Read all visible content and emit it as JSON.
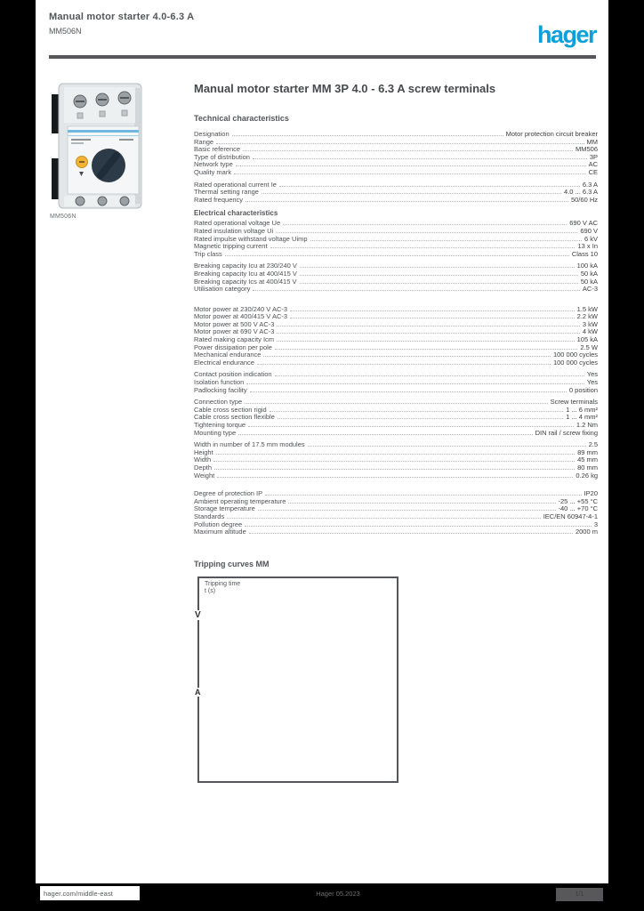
{
  "header": {
    "line1": "Manual motor starter 4.0-6.3 A",
    "line2": "MM506N",
    "logo_text": "hager"
  },
  "product": {
    "image_name": "motor-protection-circuit-breaker-photo",
    "caption": "MM506N"
  },
  "main": {
    "title": "Manual motor starter MM 3P 4.0 - 6.3 A screw terminals",
    "section_heading": "Technical characteristics"
  },
  "specs": {
    "groups": [
      {
        "rows": [
          {
            "label": "Designation",
            "value": "Motor protection circuit breaker"
          },
          {
            "label": "Range",
            "value": "MM"
          },
          {
            "label": "Basic reference",
            "value": "MM506"
          },
          {
            "label": "Type of distribution",
            "value": "3P"
          },
          {
            "label": "Network type",
            "value": "AC"
          },
          {
            "label": "Quality mark",
            "value": "CE"
          }
        ]
      },
      {
        "rows": [
          {
            "label": "Rated operational current Ie",
            "value": "6.3 A"
          },
          {
            "label": "Thermal setting range",
            "value": "4.0 ... 6.3 A"
          },
          {
            "label": "Rated frequency",
            "value": "50/60 Hz"
          }
        ]
      },
      {
        "subheading": "Electrical characteristics",
        "rows": [
          {
            "label": "Rated operational voltage Ue",
            "value": "690 V AC"
          },
          {
            "label": "Rated insulation voltage Ui",
            "value": "690 V"
          },
          {
            "label": "Rated impulse withstand voltage Uimp",
            "value": "6 kV"
          },
          {
            "label": "Magnetic tripping current",
            "value": "13 x In"
          },
          {
            "label": "Trip class",
            "value": "Class 10"
          }
        ]
      },
      {
        "rows": [
          {
            "label": "Breaking capacity Icu at 230/240 V",
            "value": "100 kA"
          },
          {
            "label": "Breaking capacity Icu at 400/415 V",
            "value": "50 kA"
          },
          {
            "label": "Breaking capacity Ics at 400/415 V",
            "value": "50 kA"
          },
          {
            "label": "Utilisation category",
            "value": "AC-3"
          }
        ]
      },
      {
        "extra_gap": "lg",
        "rows": [
          {
            "label": "Motor power at 230/240 V AC-3",
            "value": "1.5 kW"
          },
          {
            "label": "Motor power at 400/415 V AC-3",
            "value": "2.2 kW"
          },
          {
            "label": "Motor power at 500 V AC-3",
            "value": "3 kW"
          },
          {
            "label": "Motor power at 690 V AC-3",
            "value": "4 kW"
          },
          {
            "label": "Rated making capacity Icm",
            "value": "105 kA"
          },
          {
            "label": "Power dissipation per pole",
            "value": "2.5 W"
          },
          {
            "label": "Mechanical endurance",
            "value": "100 000 cycles"
          },
          {
            "label": "Electrical endurance",
            "value": "100 000 cycles"
          }
        ]
      },
      {
        "rows": [
          {
            "label": "Contact position indication",
            "value": "Yes"
          },
          {
            "label": "Isolation function",
            "value": "Yes"
          },
          {
            "label": "Padlocking facility",
            "value": "0 position"
          }
        ]
      },
      {
        "rows": [
          {
            "label": "Connection type",
            "value": "Screw terminals"
          },
          {
            "label": "Cable cross section rigid",
            "value": "1 ... 6 mm²"
          },
          {
            "label": "Cable cross section flexible",
            "value": "1 ... 4 mm²"
          },
          {
            "label": "Tightening torque",
            "value": "1.2 Nm"
          },
          {
            "label": "Mounting type",
            "value": "DIN rail / screw fixing"
          }
        ]
      },
      {
        "rows": [
          {
            "label": "Width in number of 17.5 mm modules",
            "value": "2.5"
          },
          {
            "label": "Height",
            "value": "89 mm"
          },
          {
            "label": "Width",
            "value": "45 mm"
          },
          {
            "label": "Depth",
            "value": "80 mm"
          },
          {
            "label": "Weight",
            "value": "0.26 kg"
          }
        ]
      },
      {
        "extra_gap": "md",
        "rows": [
          {
            "label": "Degree of protection IP",
            "value": "IP20"
          },
          {
            "label": "Ambient operating temperature",
            "value": "-25 ... +55 °C"
          },
          {
            "label": "Storage temperature",
            "value": "-40 ... +70 °C"
          },
          {
            "label": "Standards",
            "value": "IEC/EN 60947-4-1"
          },
          {
            "label": "Pollution degree",
            "value": "3"
          },
          {
            "label": "Maximum altitude",
            "value": "2000 m"
          }
        ]
      }
    ]
  },
  "diagram": {
    "heading": "Tripping curves MM",
    "top_label": "Tripping time\nt (s)",
    "axis_label_1": "V",
    "axis_label_2": "A"
  },
  "footer": {
    "link": "hager.com/middle-east",
    "center": "Hager 05.2023",
    "page": "1/1"
  },
  "colors": {
    "logo_blue": "#0aa0dc",
    "text_grey": "#54565a",
    "rule_grey": "#54565a",
    "footer_black": "#000000",
    "knob_dark": "#2d3b49",
    "stripe_blue": "#6fb9de",
    "dot_yellow": "#f2b233"
  }
}
